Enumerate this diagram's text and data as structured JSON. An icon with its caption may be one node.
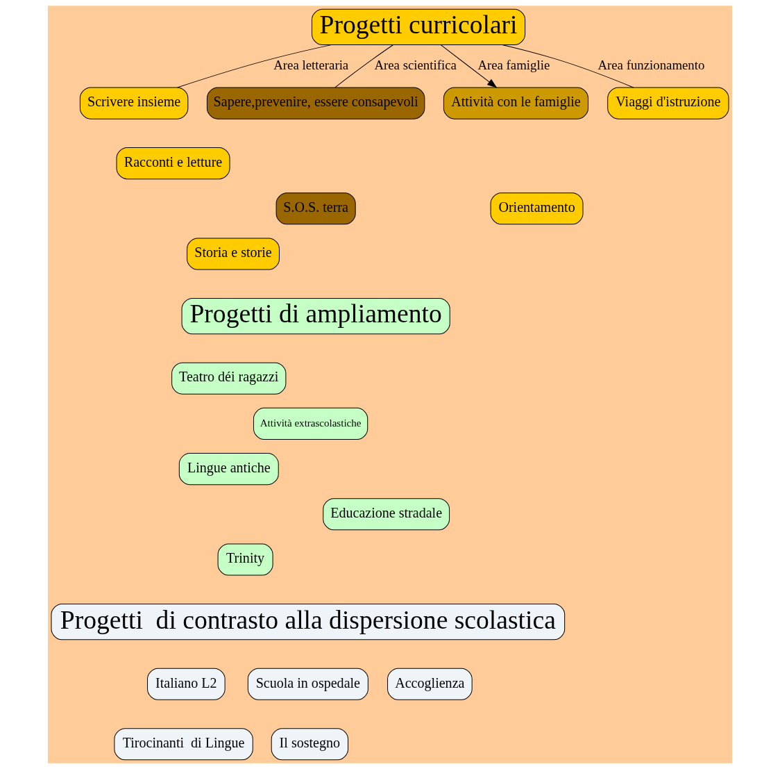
{
  "diagram": {
    "nodes": [
      {
        "text": [
          "Progetti curricolari"
        ]
      },
      {
        "text": [
          "Scrivere insieme"
        ]
      },
      {
        "text": [
          "Racconti e letture"
        ]
      },
      {
        "text": [
          "Storia e storie"
        ]
      },
      {
        "text": [
          "Sapere,prevenire, essere consapevoli"
        ]
      },
      {
        "text": [
          "S.O.S. terra"
        ]
      },
      {
        "text": [
          "Attività con le famiglie"
        ]
      },
      {
        "text": [
          "Viaggi d'istruzione"
        ]
      },
      {
        "text": [
          "Orientamento"
        ]
      },
      {
        "text": [
          "Progetti di ampliamento"
        ]
      },
      {
        "text": [
          "Teatro déi ragazzi"
        ]
      },
      {
        "text": [
          "Lingue antiche"
        ]
      },
      {
        "text": [
          "Trinity"
        ]
      },
      {
        "text": [
          "Attività extrascolastiche"
        ]
      },
      {
        "text": [
          "Educazione stradale"
        ]
      },
      {
        "text": [
          "Progetti  di contrasto alla dispersione scolastica"
        ]
      },
      {
        "text": [
          "Italiano L2"
        ]
      },
      {
        "text": [
          "Tirocinanti  di Lingue"
        ]
      },
      {
        "text": [
          "Scuola in ospedale"
        ]
      },
      {
        "text": [
          "Il sostegno"
        ]
      },
      {
        "text": [
          "Accoglienza"
        ]
      }
    ],
    "edges": [
      {
        "from": 0,
        "to": 1,
        "arrow": "none",
        "label": "Area letteraria"
      },
      {
        "from": 0,
        "to": 4,
        "arrow": "none",
        "label": "Area scientifica"
      },
      {
        "from": 0,
        "to": 6,
        "arrow": "to",
        "label": "Area famiglie"
      },
      {
        "from": 0,
        "to": 7,
        "arrow": "none",
        "label": "Area funzionamento"
      }
    ]
  }
}
